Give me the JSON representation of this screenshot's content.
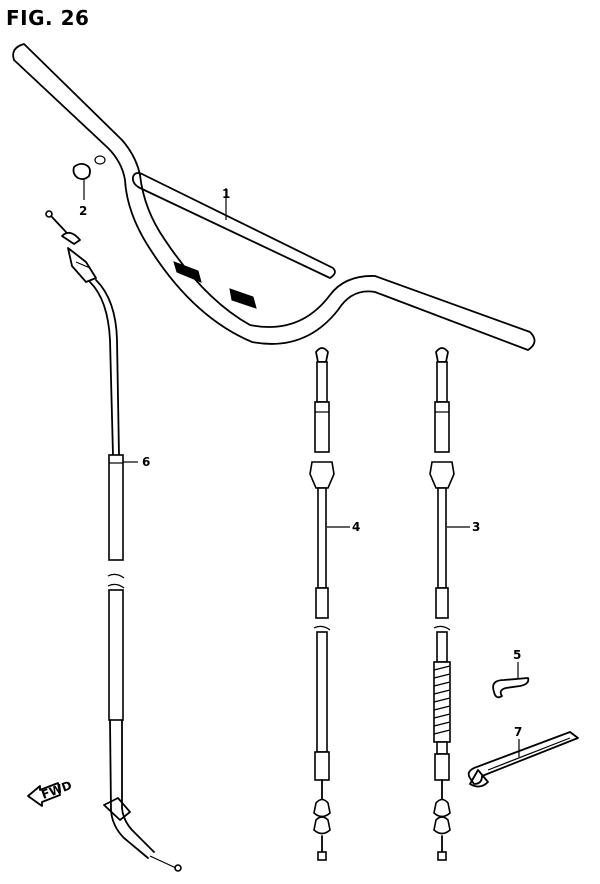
{
  "figure": {
    "title": "FIG. 26"
  },
  "callouts": [
    {
      "id": "handlebar",
      "label": "1"
    },
    {
      "id": "plug",
      "label": "2"
    },
    {
      "id": "cable-right",
      "label": "3"
    },
    {
      "id": "cable-middle",
      "label": "4"
    },
    {
      "id": "clip",
      "label": "5"
    },
    {
      "id": "throttle-cable",
      "label": "6"
    },
    {
      "id": "wrench",
      "label": "7"
    }
  ],
  "direction_marker": {
    "label": "FWD"
  }
}
